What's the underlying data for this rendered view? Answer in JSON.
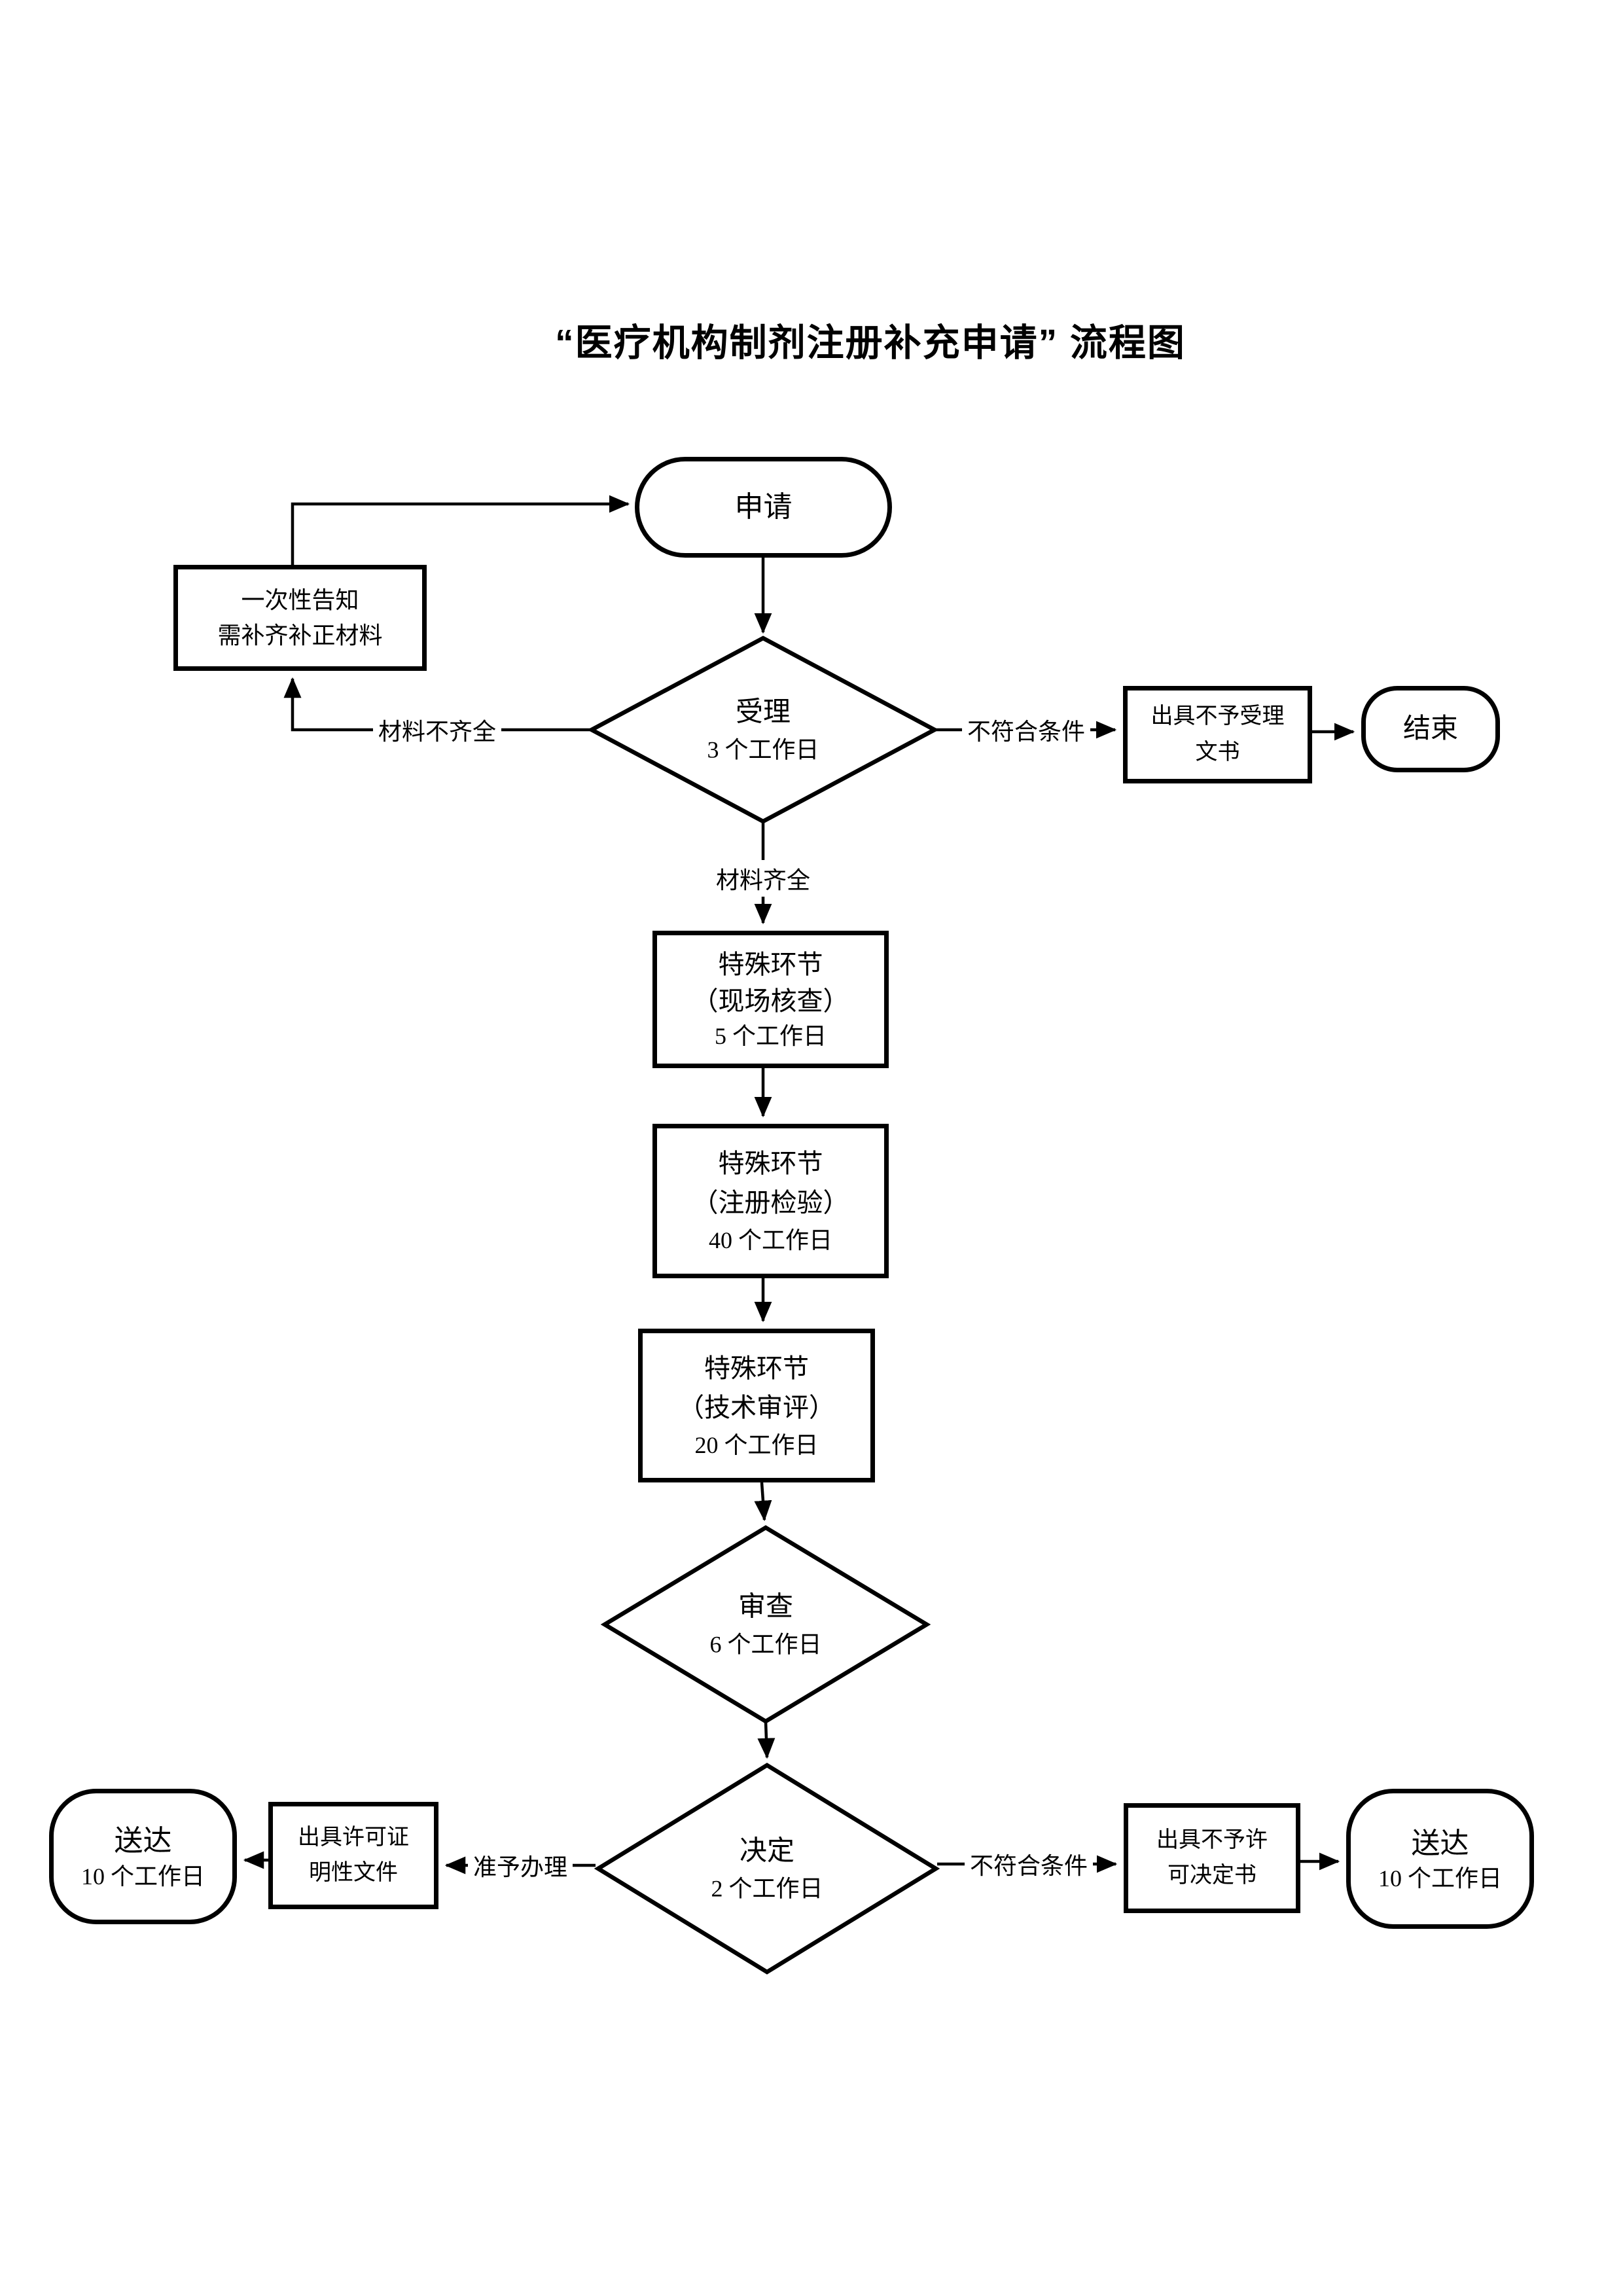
{
  "title": "“医疗机构制剂注册补充申请” 流程图",
  "colors": {
    "line": "#000000",
    "background": "#ffffff",
    "text": "#000000"
  },
  "nodes": {
    "apply": {
      "label": "申请"
    },
    "notice": {
      "line1": "一次性告知",
      "line2": "需补齐补正材料"
    },
    "accept": {
      "label": "受理",
      "duration": "3 个工作日"
    },
    "reject_accept_doc": {
      "line1": "出具不予受理",
      "line2": "文书"
    },
    "end": {
      "label": "结束"
    },
    "special_site": {
      "line1": "特殊环节",
      "line2": "（现场核查）",
      "duration": "5 个工作日"
    },
    "special_register": {
      "line1": "特殊环节",
      "line2": "（注册检验）",
      "duration": "40 个工作日"
    },
    "special_review": {
      "line1": "特殊环节",
      "line2": "（技术审评）",
      "duration": "20 个工作日"
    },
    "review": {
      "label": "审查",
      "duration": "6 个工作日"
    },
    "decision": {
      "label": "决定",
      "duration": "2 个工作日"
    },
    "permit_doc": {
      "line1": "出具许可证",
      "line2": "明性文件"
    },
    "deliver_left": {
      "label": "送达",
      "duration": "10 个工作日"
    },
    "deny_doc": {
      "line1": "出具不予许",
      "line2": "可决定书"
    },
    "deliver_right": {
      "label": "送达",
      "duration": "10 个工作日"
    }
  },
  "edge_labels": {
    "incomplete": "材料不齐全",
    "not_qualified_top": "不符合条件",
    "complete": "材料齐全",
    "approved": "准予办理",
    "not_qualified_bottom": "不符合条件"
  }
}
